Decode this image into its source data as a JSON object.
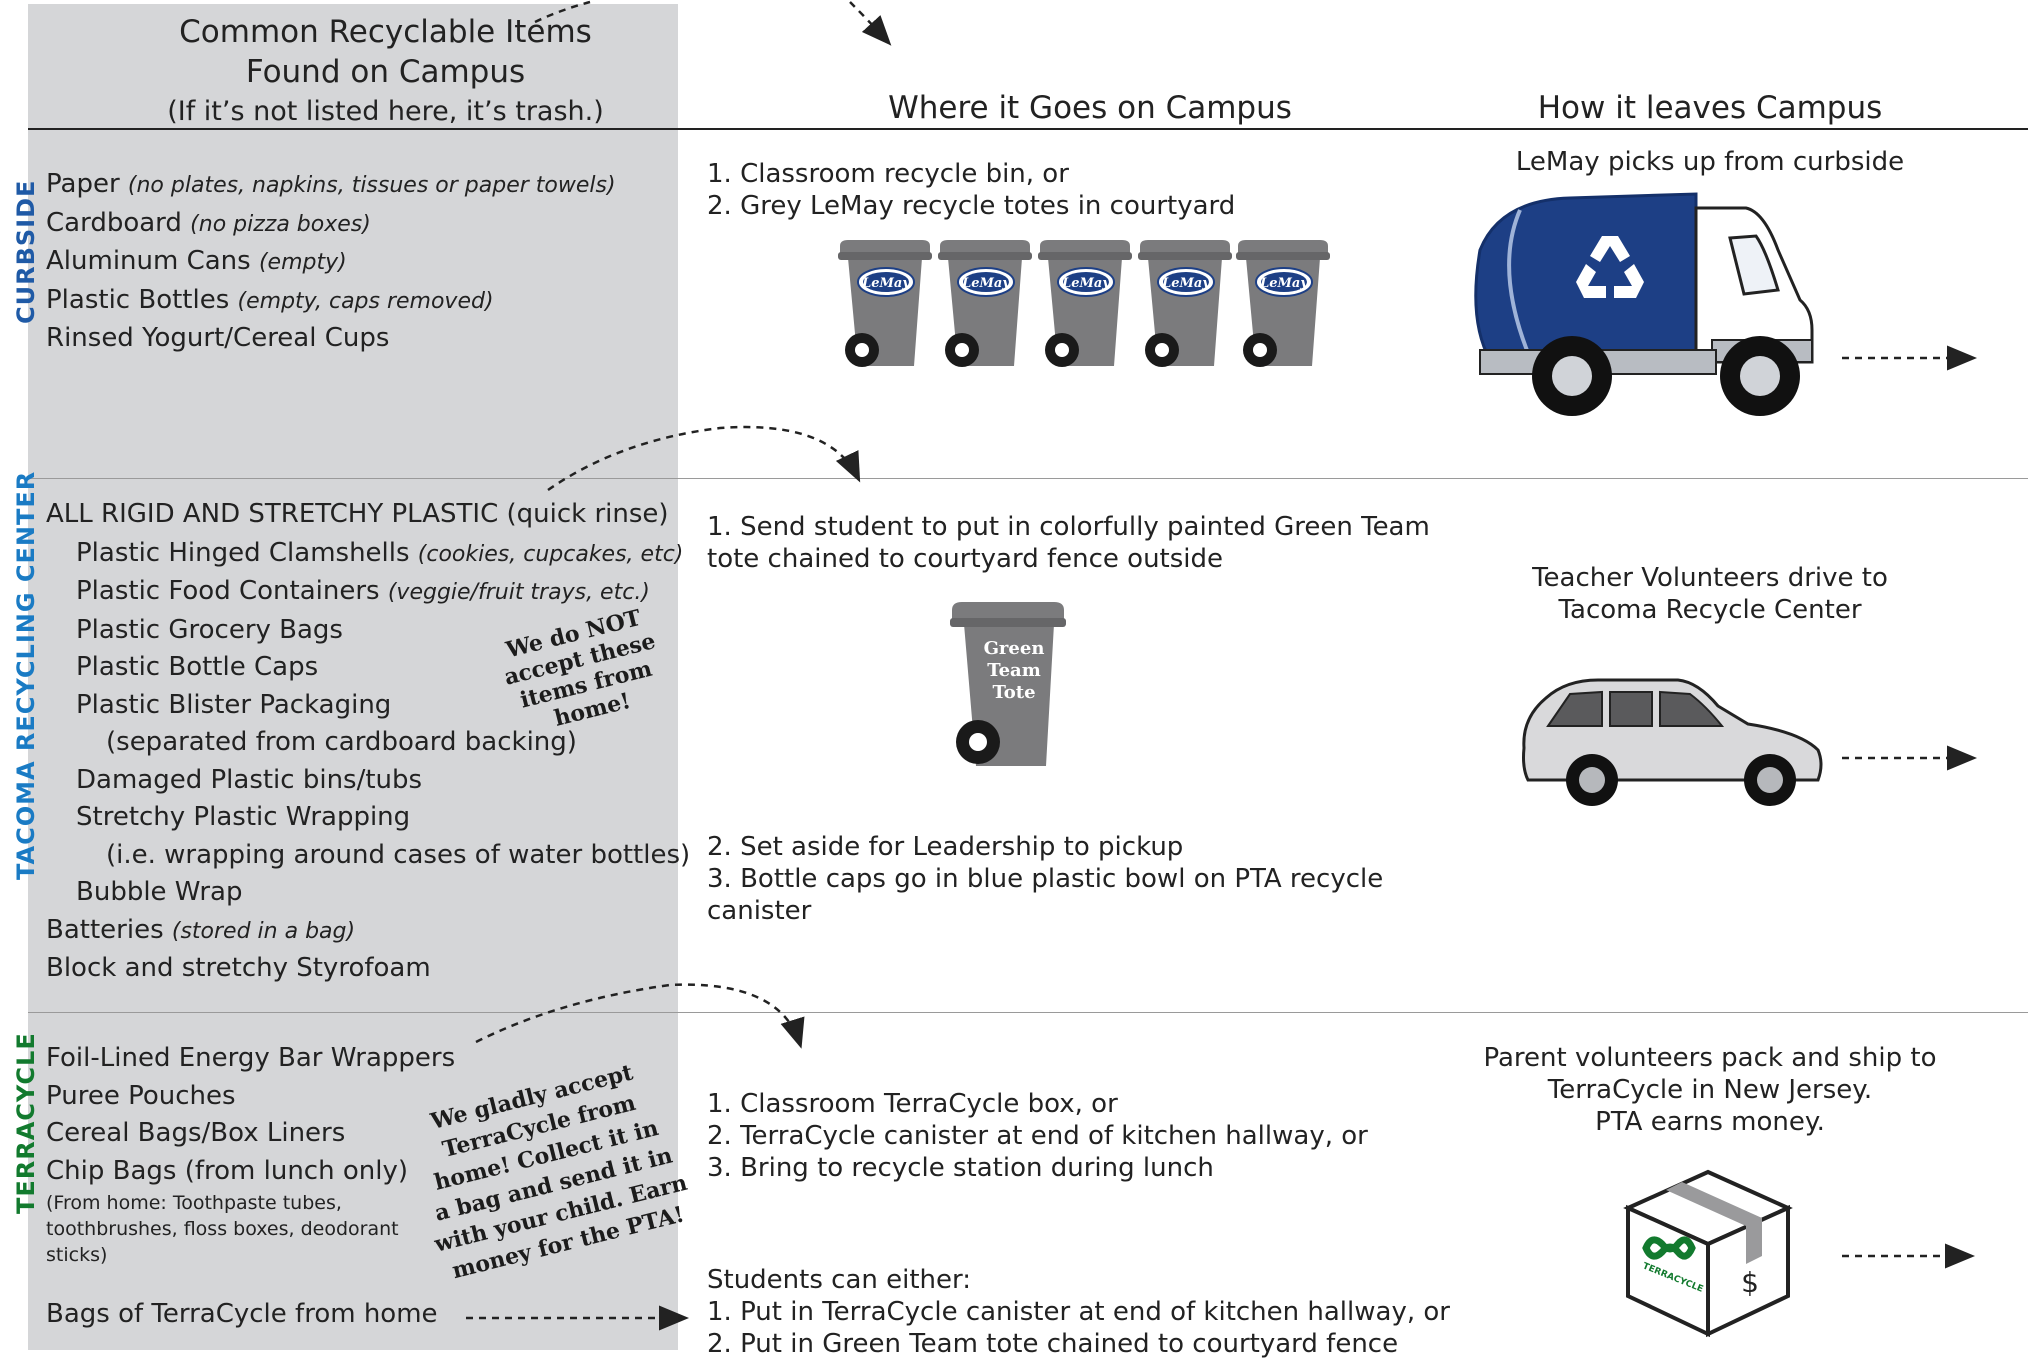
{
  "headers": {
    "items_title_1": "Common Recyclable Items",
    "items_title_2": "Found on Campus",
    "items_note": "(If it’s not listed here, it’s trash.)",
    "where": "Where it Goes on Campus",
    "how": "How it leaves Campus"
  },
  "sections": {
    "curbside": {
      "label": "CURBSIDE",
      "items": [
        {
          "text": "Paper ",
          "note": "(no plates, napkins, tissues or paper towels)"
        },
        {
          "text": "Cardboard ",
          "note": "(no pizza boxes)"
        },
        {
          "text": "Aluminum Cans ",
          "note": "(empty)"
        },
        {
          "text": "Plastic Bottles ",
          "note": "(empty, caps removed)"
        },
        {
          "text": "Rinsed Yogurt/Cereal Cups",
          "note": ""
        }
      ],
      "where": [
        "1.  Classroom recycle bin, or",
        "2. Grey LeMay recycle totes in courtyard"
      ],
      "tote_logo": "LeMay",
      "how": "LeMay picks up from curbside"
    },
    "tacoma": {
      "label": "TACOMA RECYCLING CENTER",
      "items": [
        {
          "text": "ALL RIGID AND STRETCHY PLASTIC (quick rinse)",
          "note": ""
        },
        {
          "text": "Plastic Hinged Clamshells ",
          "note": "(cookies, cupcakes, etc)"
        },
        {
          "text": "Plastic Food Containers ",
          "note": "(veggie/fruit trays, etc.)"
        },
        {
          "text": "Plastic Grocery Bags",
          "note": ""
        },
        {
          "text": "Plastic Bottle Caps",
          "note": ""
        },
        {
          "text": "Plastic Blister Packaging",
          "note": ""
        },
        {
          "text": "(separated from cardboard backing)",
          "note": ""
        },
        {
          "text": "Damaged Plastic bins/tubs",
          "note": ""
        },
        {
          "text": "Stretchy Plastic Wrapping",
          "note": ""
        },
        {
          "text": "(i.e. wrapping around cases of water bottles)",
          "note": ""
        },
        {
          "text": "Bubble Wrap",
          "note": ""
        },
        {
          "text": "Batteries ",
          "note": "(stored in a bag)"
        },
        {
          "text": "Block and stretchy Styrofoam",
          "note": ""
        }
      ],
      "stamp": [
        "We do NOT",
        "accept these",
        "items from home!"
      ],
      "where_1": [
        "1. Send student to put in colorfully painted Green Team",
        "tote chained to courtyard fence outside"
      ],
      "tote_label": [
        "Green",
        "Team",
        "Tote"
      ],
      "where_2": [
        "2. Set aside for Leadership to pickup",
        "3. Bottle caps go in blue plastic bowl on PTA recycle",
        "canister"
      ],
      "how": [
        "Teacher Volunteers drive to",
        "Tacoma Recycle Center"
      ]
    },
    "terracycle": {
      "label": "TERRACYCLE",
      "items": [
        {
          "text": "Foil-Lined Energy Bar Wrappers"
        },
        {
          "text": "Puree Pouches"
        },
        {
          "text": "Cereal Bags/Box Liners"
        },
        {
          "text": "Chip Bags (from lunch only)"
        }
      ],
      "home_note": [
        "(From home: Toothpaste tubes,",
        "toothbrushes, floss boxes, deodorant",
        "sticks)"
      ],
      "home_bags": "Bags of TerraCycle from home",
      "stamp": [
        "We gladly accept",
        "TerraCycle from",
        "home! Collect it in",
        "a bag and send it in",
        "with your child. Earn",
        "money for the PTA!"
      ],
      "where_1": [
        "1.  Classroom TerraCycle box, or",
        "2. TerraCycle canister at end of kitchen hallway, or",
        "3. Bring to recycle station during lunch"
      ],
      "where_2": [
        "Students can either:",
        "1.  Put in TerraCycle canister at end of kitchen hallway, or",
        "2. Put in Green Team tote chained to courtyard fence"
      ],
      "how": [
        "Parent volunteers pack and ship to",
        "TerraCycle in New Jersey.",
        "PTA earns money."
      ],
      "box_logo": "TERRACYCLE",
      "box_symbol": "$"
    }
  },
  "colors": {
    "grey_panel": "#d5d6d8",
    "curbside_blue": "#1f5aa6",
    "tacoma_blue": "#1a7bc4",
    "terracycle_green": "#127a2e",
    "truck_blue": "#1d3f85",
    "tote_grey": "#7b7b7d"
  }
}
